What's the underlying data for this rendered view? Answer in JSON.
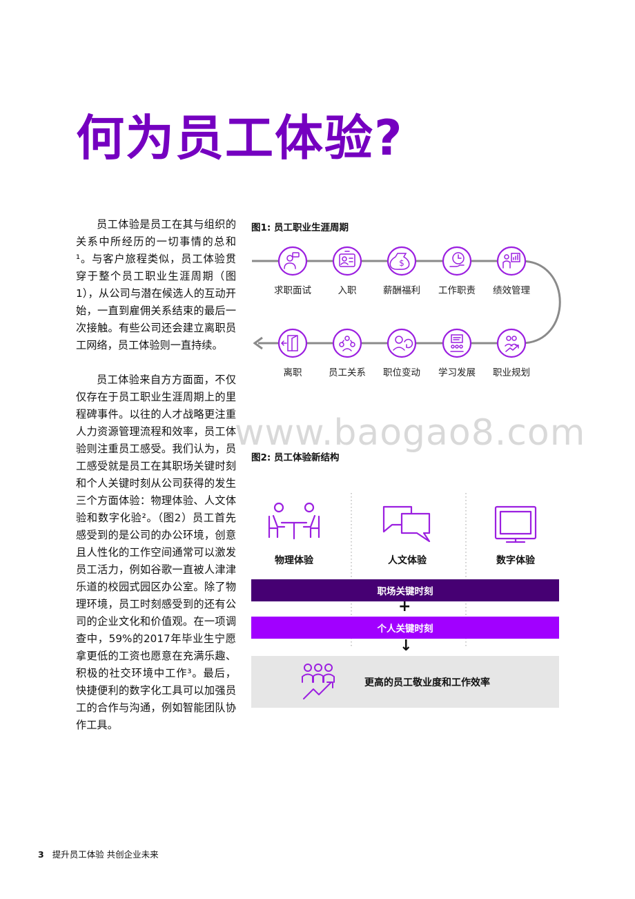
{
  "page": {
    "title": "何为员工体验?",
    "paragraphs": [
      "员工体验是员工在其与组织的关系中所经历的一切事情的总和¹。与客户旅程类似，员工体验贯穿于整个员工职业生涯周期（图1），从公司与潜在候选人的互动开始，一直到雇佣关系结束的最后一次接触。有些公司还会建立离职员工网络，员工体验则一直持续。",
      "员工体验来自方方面面，不仅仅存在于员工职业生涯周期上的里程碑事件。以往的人才战略更注重人力资源管理流程和效率，员工体验则注重员工感受。我们认为，员工感受就是员工在其职场关键时刻和个人关键时刻从公司获得的发生三个方面体验：物理体验、人文体验和数字化验²。（图2）员工首先感受到的是公司的办公环境，创意且人性化的工作空间通常可以激发员工活力，例如谷歌一直被人津津乐道的校园式园区办公室。除了物理环境，员工时刻感受到的还有公司的企业文化和价值观。在一项调查中，59%的2017年毕业生宁愿拿更低的工资也愿意在充满乐趣、积极的社交环境中工作³。最后，快捷便利的数字化工具可以加强员工的合作与沟通，例如智能团队协作工具。"
    ],
    "watermark": "www.baogao8.com"
  },
  "figure1": {
    "caption": "图1: 员工职业生涯周期",
    "top_row": [
      {
        "label": "求职面试",
        "icon": "interview-icon"
      },
      {
        "label": "入职",
        "icon": "id-badge-icon"
      },
      {
        "label": "薪酬福利",
        "icon": "money-bag-icon"
      },
      {
        "label": "工作职责",
        "icon": "clock-hand-icon"
      },
      {
        "label": "绩效管理",
        "icon": "presentation-icon"
      }
    ],
    "bottom_row": [
      {
        "label": "离职",
        "icon": "exit-door-icon"
      },
      {
        "label": "员工关系",
        "icon": "people-network-icon"
      },
      {
        "label": "职位变动",
        "icon": "role-change-icon"
      },
      {
        "label": "学习发展",
        "icon": "learning-icon"
      },
      {
        "label": "职业规划",
        "icon": "career-growth-icon"
      }
    ]
  },
  "figure2": {
    "caption": "图2: 员工体验新结构",
    "experiences": [
      {
        "label": "物理体验",
        "icon": "meeting-table-icon"
      },
      {
        "label": "人文体验",
        "icon": "chat-bubbles-icon"
      },
      {
        "label": "数字体验",
        "icon": "monitor-icon"
      }
    ],
    "bar_work": "职场关键时刻",
    "plus": "+",
    "bar_personal": "个人关键时刻",
    "arrow": "↓",
    "result": "更高的员工敬业度和工作效率",
    "result_icon": "team-growth-icon",
    "colors": {
      "accent": "#7500c0",
      "dark_bar": "#460073",
      "light_bar": "#a100ff",
      "result_bg": "#e6e6e6"
    }
  },
  "footer": {
    "page_number": "3",
    "text": "提升员工体验 共创企业未来"
  }
}
